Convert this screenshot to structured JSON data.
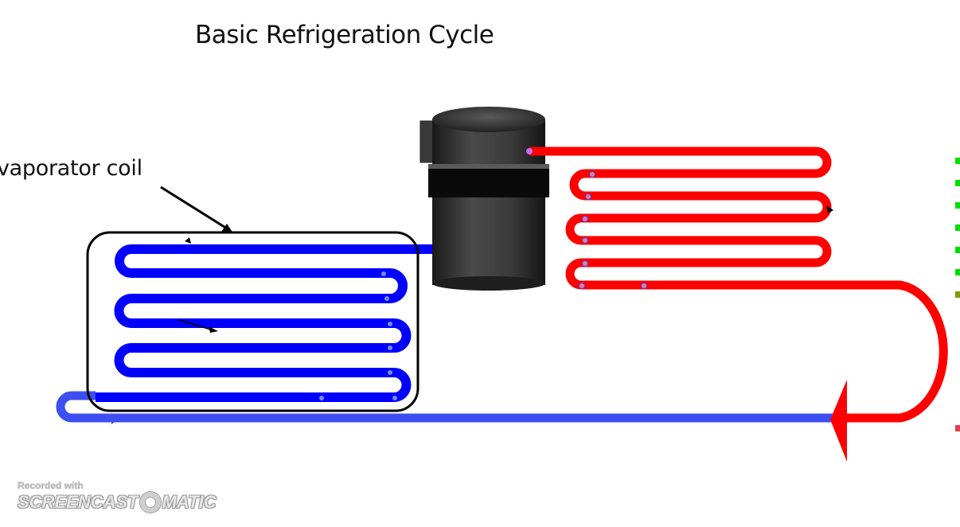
{
  "title": "Basic Refrigeration Cycle",
  "labels": {
    "evaporator": "vaporator coil"
  },
  "components": {
    "compressor": "compressor",
    "evaporator_coil": "evaporator-coil",
    "condenser_coil": "condenser-coil",
    "expansion_arrow": "flow-direction-arrow"
  },
  "colors": {
    "hot_line": "#ff0000",
    "cold_line": "#0000ff",
    "liquid_line": "#3d4ff0",
    "compressor_body": "#2e2e2e",
    "outline": "#000000"
  },
  "watermark": {
    "small": "Recorded with",
    "left": "SCREENCAST",
    "right": "MATIC"
  },
  "edge_marks": [
    {
      "color": "#00dd00"
    },
    {
      "color": "#00dd00"
    },
    {
      "color": "#00dd00"
    },
    {
      "color": "#00dd00"
    },
    {
      "color": "#00dd00"
    },
    {
      "color": "#00dd00"
    },
    {
      "color": "#7a9a10"
    },
    {
      "color": "#e04050"
    }
  ]
}
